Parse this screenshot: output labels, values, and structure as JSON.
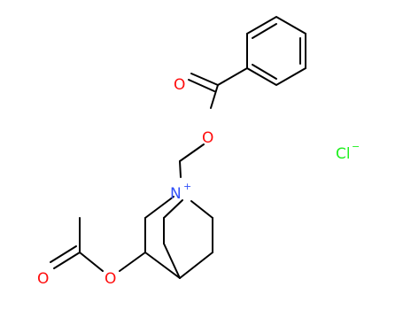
{
  "molecule": {
    "atoms": {
      "o_carbonyl_benzoyl": "O",
      "o_ester_benzoyl": "O",
      "n_quaternary": "N",
      "n_charge": "+",
      "o_carbonyl_acetyl": "O",
      "o_ester_acetyl": "O",
      "chloride": "Cl",
      "chloride_charge": "−"
    },
    "colors": {
      "bond": "#000000",
      "oxygen": "#ff0d0d",
      "nitrogen": "#3050f8",
      "chlorine": "#1ff01f"
    }
  }
}
